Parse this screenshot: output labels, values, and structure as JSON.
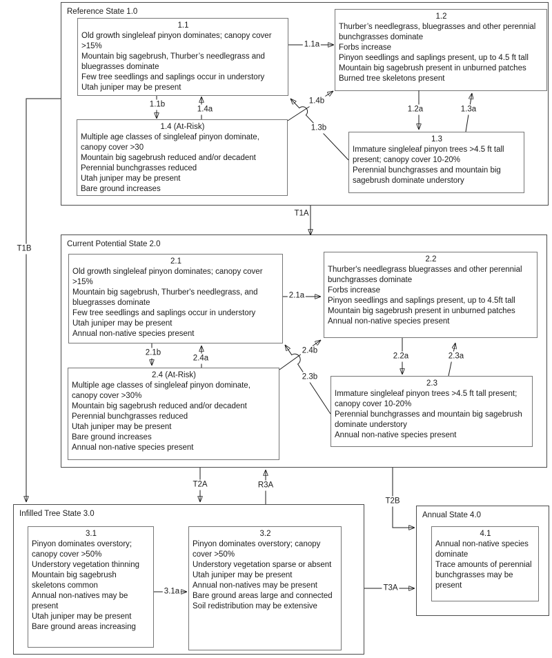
{
  "states": {
    "s1": {
      "title": "Reference State 1.0"
    },
    "s2": {
      "title": "Current Potential State 2.0"
    },
    "s3": {
      "title": "Infilled Tree State 3.0"
    },
    "s4": {
      "title": "Annual State 4.0"
    }
  },
  "boxes": {
    "b11": {
      "title": "1.1",
      "lines": [
        "Old growth singleleaf pinyon dominates; canopy cover >15%",
        "Mountain big sagebrush, Thurber’s needlegrass and bluegrasses dominate",
        "Few tree seedlings and saplings occur in understory",
        "Utah juniper may be present"
      ]
    },
    "b12": {
      "title": "1.2",
      "lines": [
        "Thurber’s needlegrass, bluegrasses and other perennial bunchgrasses dominate",
        "Forbs increase",
        "Pinyon seedlings and saplings present, up to 4.5 ft tall",
        "Mountain big sagebrush present in unburned patches",
        "Burned tree skeletons present"
      ]
    },
    "b14": {
      "title": "1.4 (At-Risk)",
      "lines": [
        "Multiple age classes of singleleaf pinyon dominate, canopy cover >30",
        "Mountain big sagebrush reduced and/or decadent",
        "Perennial bunchgrasses reduced",
        "Utah juniper may be present",
        "Bare ground increases"
      ]
    },
    "b13": {
      "title": "1.3",
      "lines": [
        "Immature singleleaf pinyon trees >4.5 ft tall present; canopy cover 10-20%",
        "Perennial bunchgrasses and mountain big sagebrush dominate understory"
      ]
    },
    "b21": {
      "title": "2.1",
      "lines": [
        "Old growth singleleaf pinyon dominates; canopy cover >15%",
        "Mountain big sagebrush, Thurber's needlegrass, and bluegrasses dominate",
        "Few tree seedlings and saplings occur in understory",
        "Utah juniper may be present",
        "Annual non-native species present"
      ]
    },
    "b22": {
      "title": "2.2",
      "lines": [
        "Thurber's needlegrass bluegrasses and other perennial bunchgrasses dominate",
        "Forbs increase",
        "Pinyon seedlings and saplings present, up to 4.5ft tall",
        "Mountain big sagebrush present in unburned patches",
        "Annual non-native species present"
      ]
    },
    "b24": {
      "title": "2.4 (At-Risk)",
      "lines": [
        "Multiple age classes of singleleaf pinyon dominate, canopy cover >30%",
        "Mountain big sagebrush reduced and/or decadent",
        "Perennial bunchgrasses reduced",
        "Utah juniper may be present",
        "Bare ground increases",
        "Annual non-native species present"
      ]
    },
    "b23": {
      "title": "2.3",
      "lines": [
        "Immature singleleaf pinyon trees >4.5 ft tall present; canopy cover 10-20%",
        "Perennial bunchgrasses and mountain big sagebrush dominate understory",
        "Annual non-native species present"
      ]
    },
    "b31": {
      "title": "3.1",
      "lines": [
        "Pinyon dominates overstory; canopy cover >50%",
        "Understory vegetation thinning",
        "Mountain big sagebrush skeletons common",
        "Annual non-natives may be present",
        "Utah juniper may be present",
        "Bare ground areas increasing"
      ]
    },
    "b32": {
      "title": "3.2",
      "lines": [
        "Pinyon dominates overstory; canopy cover >50%",
        "Understory vegetation sparse or absent",
        "Utah juniper may be present",
        "Annual non-natives may be present",
        "Bare ground areas large and connected",
        "Soil redistribution may be extensive"
      ]
    },
    "b41": {
      "title": "4.1",
      "lines": [
        "Annual non-native species dominate",
        "Trace amounts of perennial bunchgrasses may be present"
      ]
    }
  },
  "arrows": {
    "a11a": "1.1a",
    "a11b": "1.1b",
    "a14a": "1.4a",
    "a14b": "1.4b",
    "a13b": "1.3b",
    "a12a": "1.2a",
    "a13a": "1.3a",
    "t1a": "T1A",
    "t1b": "T1B",
    "a21a": "2.1a",
    "a21b": "2.1b",
    "a24a": "2.4a",
    "a24b": "2.4b",
    "a23b": "2.3b",
    "a22a": "2.2a",
    "a23a": "2.3a",
    "t2a": "T2A",
    "r3a": "R3A",
    "t2b": "T2B",
    "t3a": "T3A",
    "a31a": "3.1a"
  },
  "colors": {
    "line": "#1a1a1a",
    "box_border": "#757575",
    "state_border": "#4a4a4a",
    "text": "#1a1a1a",
    "background": "#ffffff"
  }
}
